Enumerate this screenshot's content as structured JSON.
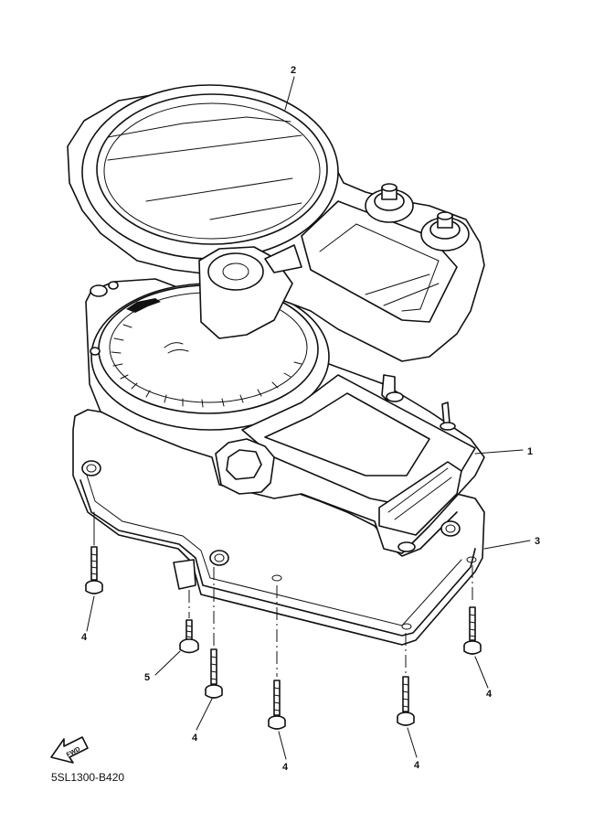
{
  "diagram": {
    "code": "5SL1300-B420",
    "fwd_label": "FWD",
    "callouts": {
      "c1": "1",
      "c2": "2",
      "c3": "3",
      "c4a": "4",
      "c4b": "4",
      "c4c": "4",
      "c4d": "4",
      "c4e": "4",
      "c5": "5"
    }
  }
}
